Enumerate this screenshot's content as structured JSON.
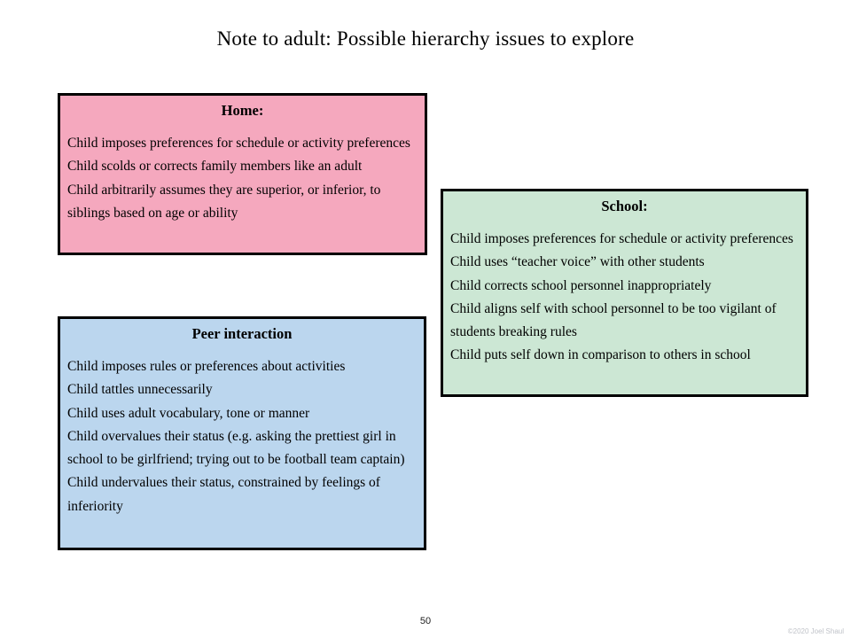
{
  "page": {
    "title": "Note to adult: Possible hierarchy issues to explore",
    "page_number": "50",
    "copyright": "©2020 Joel Shaul",
    "background_color": "#ffffff",
    "border_color": "#000000"
  },
  "boxes": [
    {
      "id": "home",
      "heading": "Home:",
      "color": "#f5a8be",
      "items": [
        "Child imposes preferences for schedule or activity preferences",
        "Child scolds or corrects family members like an adult",
        "Child arbitrarily assumes they are superior, or inferior, to siblings based on age or ability"
      ]
    },
    {
      "id": "school",
      "heading": "School:",
      "color": "#cce7d4",
      "items": [
        "Child imposes preferences for schedule or activity preferences",
        "Child uses “teacher voice” with other students",
        "Child corrects school personnel inappropriately",
        "Child aligns self with school personnel to be too vigilant of students breaking rules",
        "Child puts self down in comparison to others in school"
      ]
    },
    {
      "id": "peer",
      "heading": "Peer interaction",
      "color": "#bbd6ee",
      "items": [
        "Child imposes rules or preferences about activities",
        "Child tattles unnecessarily",
        "Child uses adult vocabulary, tone or manner",
        "Child overvalues their status (e.g. asking the prettiest girl in school to be girlfriend; trying out to be football team captain)",
        "Child undervalues their status, constrained by feelings of inferiority"
      ]
    }
  ]
}
